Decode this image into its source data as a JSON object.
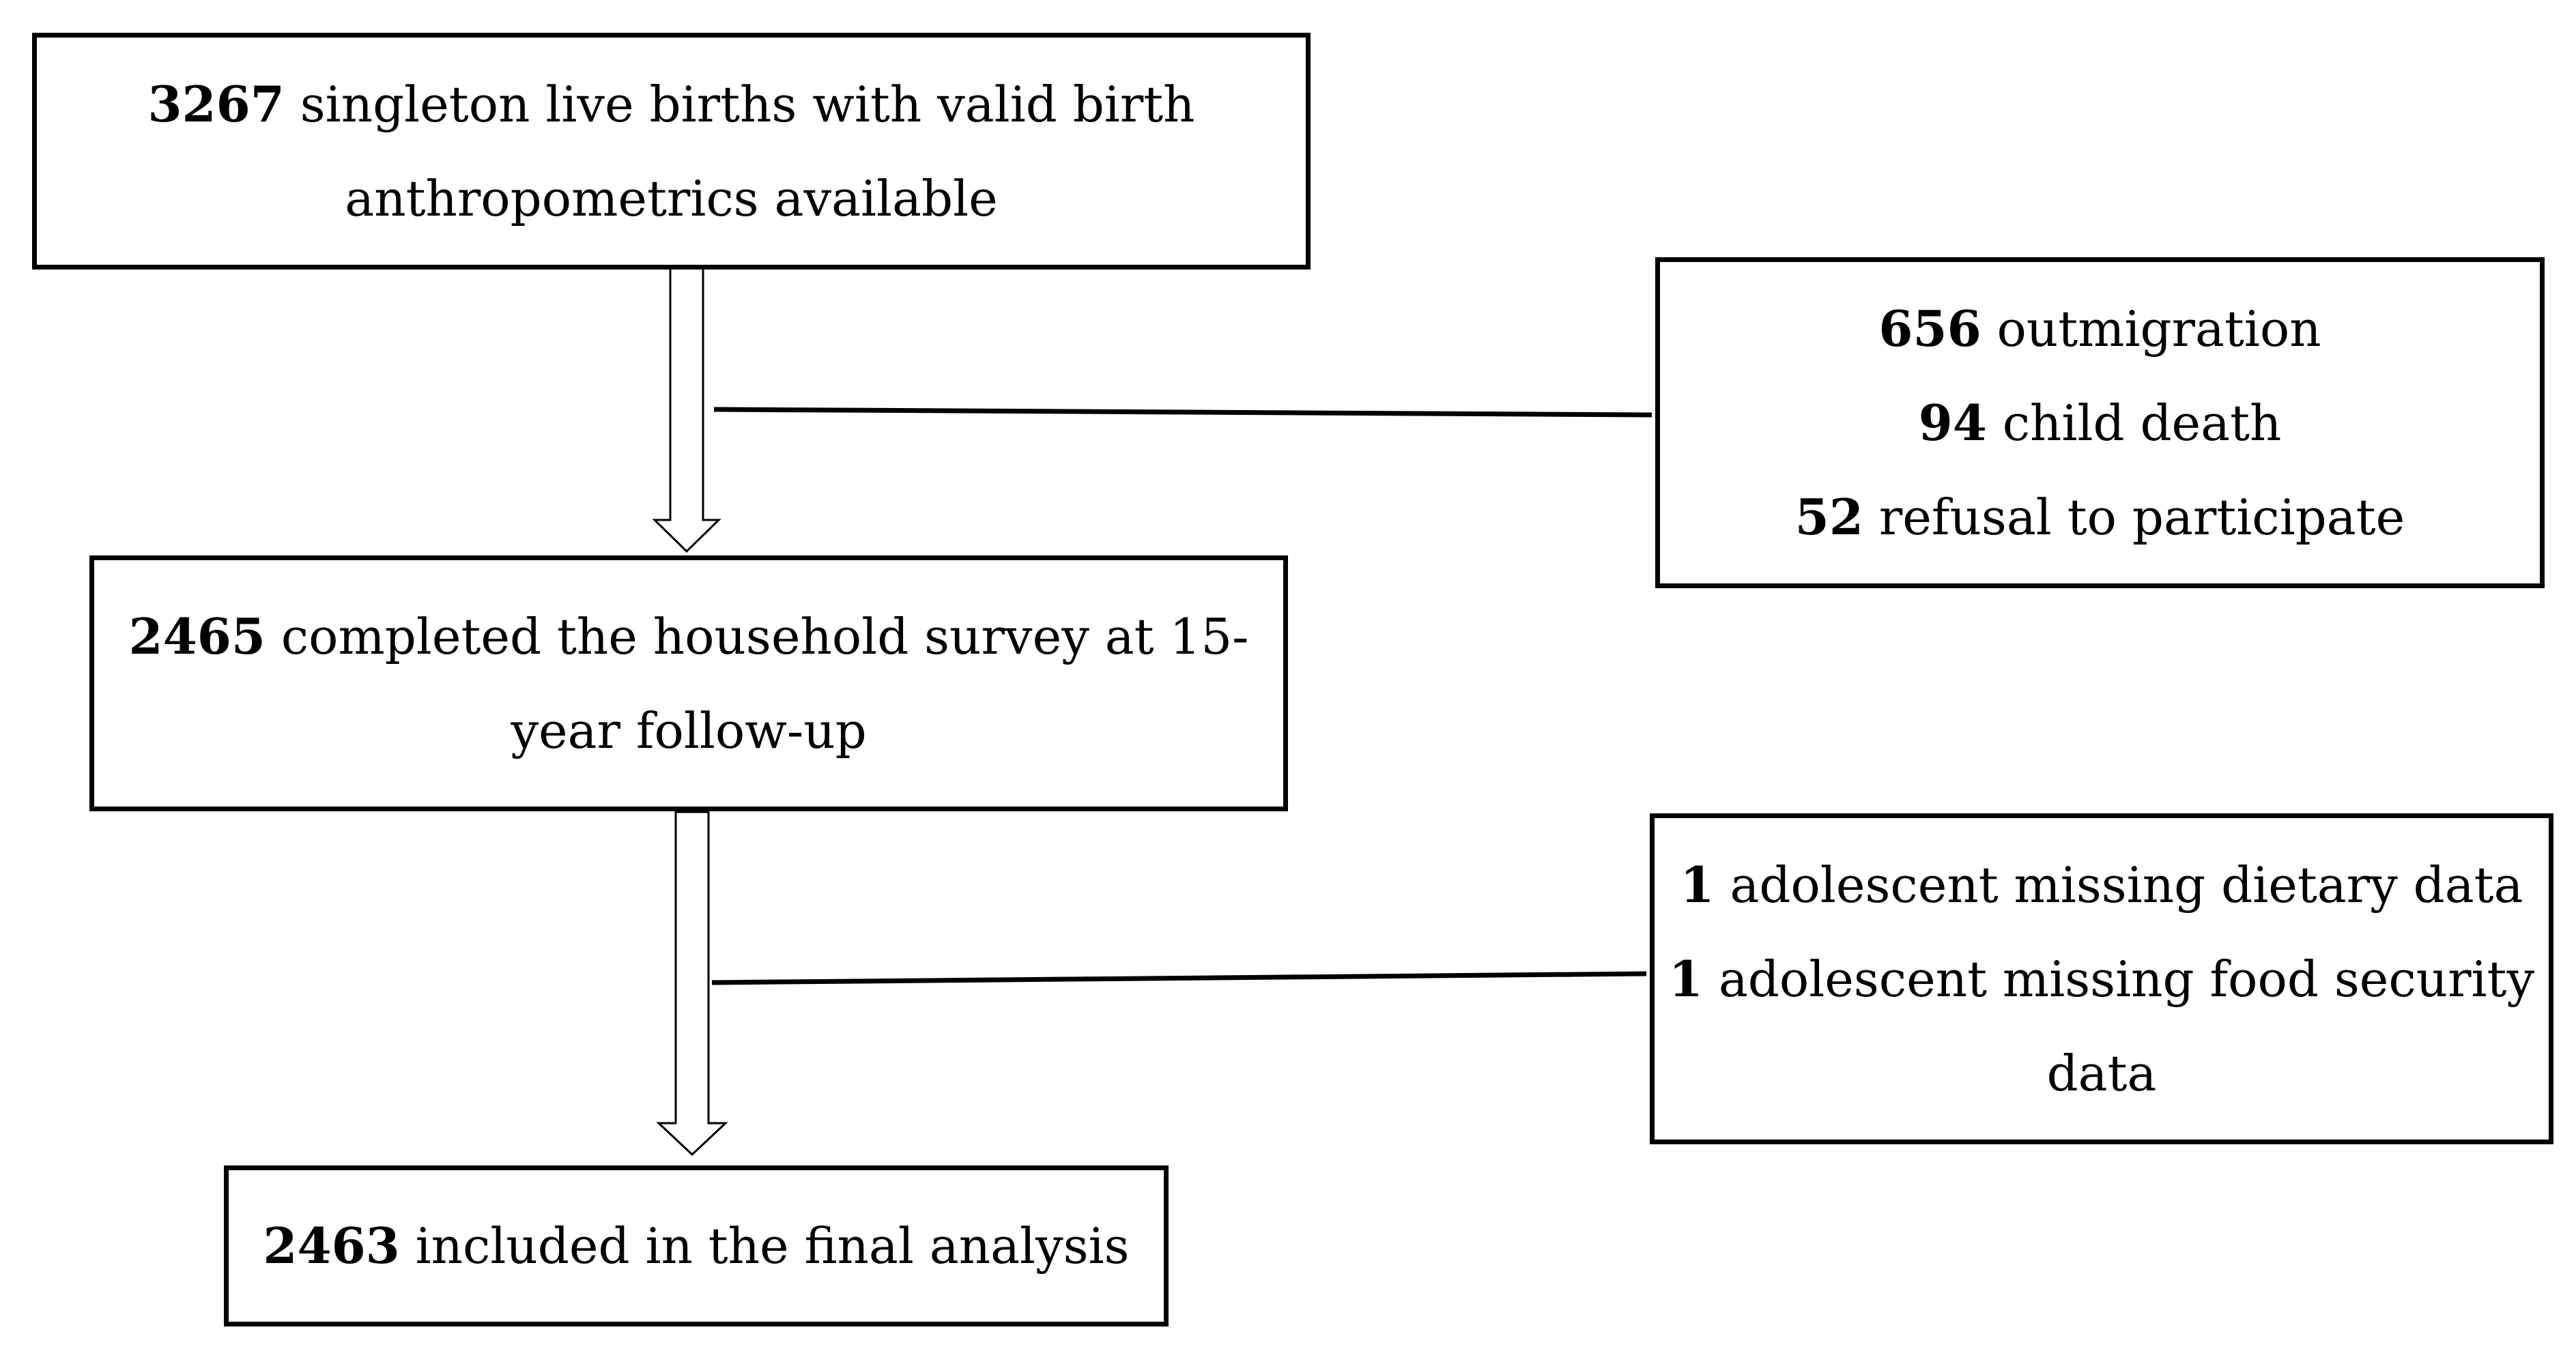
{
  "boxes": {
    "births": {
      "count": "3267",
      "line1_rest": " singleton live births with valid birth",
      "line2": "anthropometrics available"
    },
    "exclusions1": {
      "items": [
        {
          "count": "656",
          "text": " outmigration"
        },
        {
          "count": "94",
          "text": " child death"
        },
        {
          "count": "52",
          "text": " refusal to participate"
        }
      ]
    },
    "survey": {
      "count": "2465",
      "line1_rest": " completed the household survey at 15-",
      "line2": "year follow-up"
    },
    "exclusions2": {
      "item1_count": "1",
      "item1_text": " adolescent missing dietary data",
      "item2_count": "1",
      "item2_text": " adolescent missing food security",
      "item2_line2": "data"
    },
    "final": {
      "count": "2463",
      "text": " included in the final analysis"
    }
  }
}
